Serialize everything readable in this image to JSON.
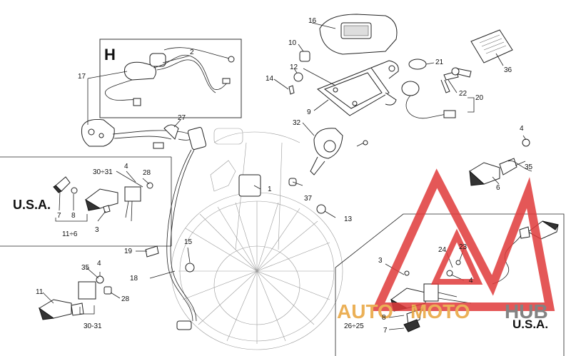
{
  "section_labels": {
    "handlebar_switch": "H",
    "usa_left": "U.S.A.",
    "usa_right": "U.S.A."
  },
  "callouts": {
    "c1": "1",
    "c2": "2",
    "c3a": "3",
    "c3b": "3",
    "c4a": "4",
    "c4b": "4",
    "c4c": "4",
    "c4d": "4",
    "c6": "6",
    "c7a": "7",
    "c7b": "7",
    "c8a": "8",
    "c8b": "8",
    "c9": "9",
    "c10": "10",
    "c11a": "11",
    "c11b": "11÷6",
    "c12": "12",
    "c13": "13",
    "c14": "14",
    "c15": "15",
    "c16": "16",
    "c17": "17",
    "c18": "18",
    "c19": "19",
    "c20": "20",
    "c21": "21",
    "c22": "22",
    "c23": "23",
    "c24": "24",
    "c26": "26÷25",
    "c27": "27",
    "c28a": "28",
    "c28b": "28",
    "c30a": "30÷31",
    "c30b": "30-31",
    "c32": "32",
    "c35a": "35",
    "c35b": "35",
    "c36": "36",
    "c37": "37"
  },
  "watermark": {
    "auto": "AUTO",
    "moto": "MOTO",
    "hub": "HUB",
    "accent_color": "#e8a33a",
    "triangle_color": "#e03a3a",
    "hub_color": "#6e6e6e"
  }
}
